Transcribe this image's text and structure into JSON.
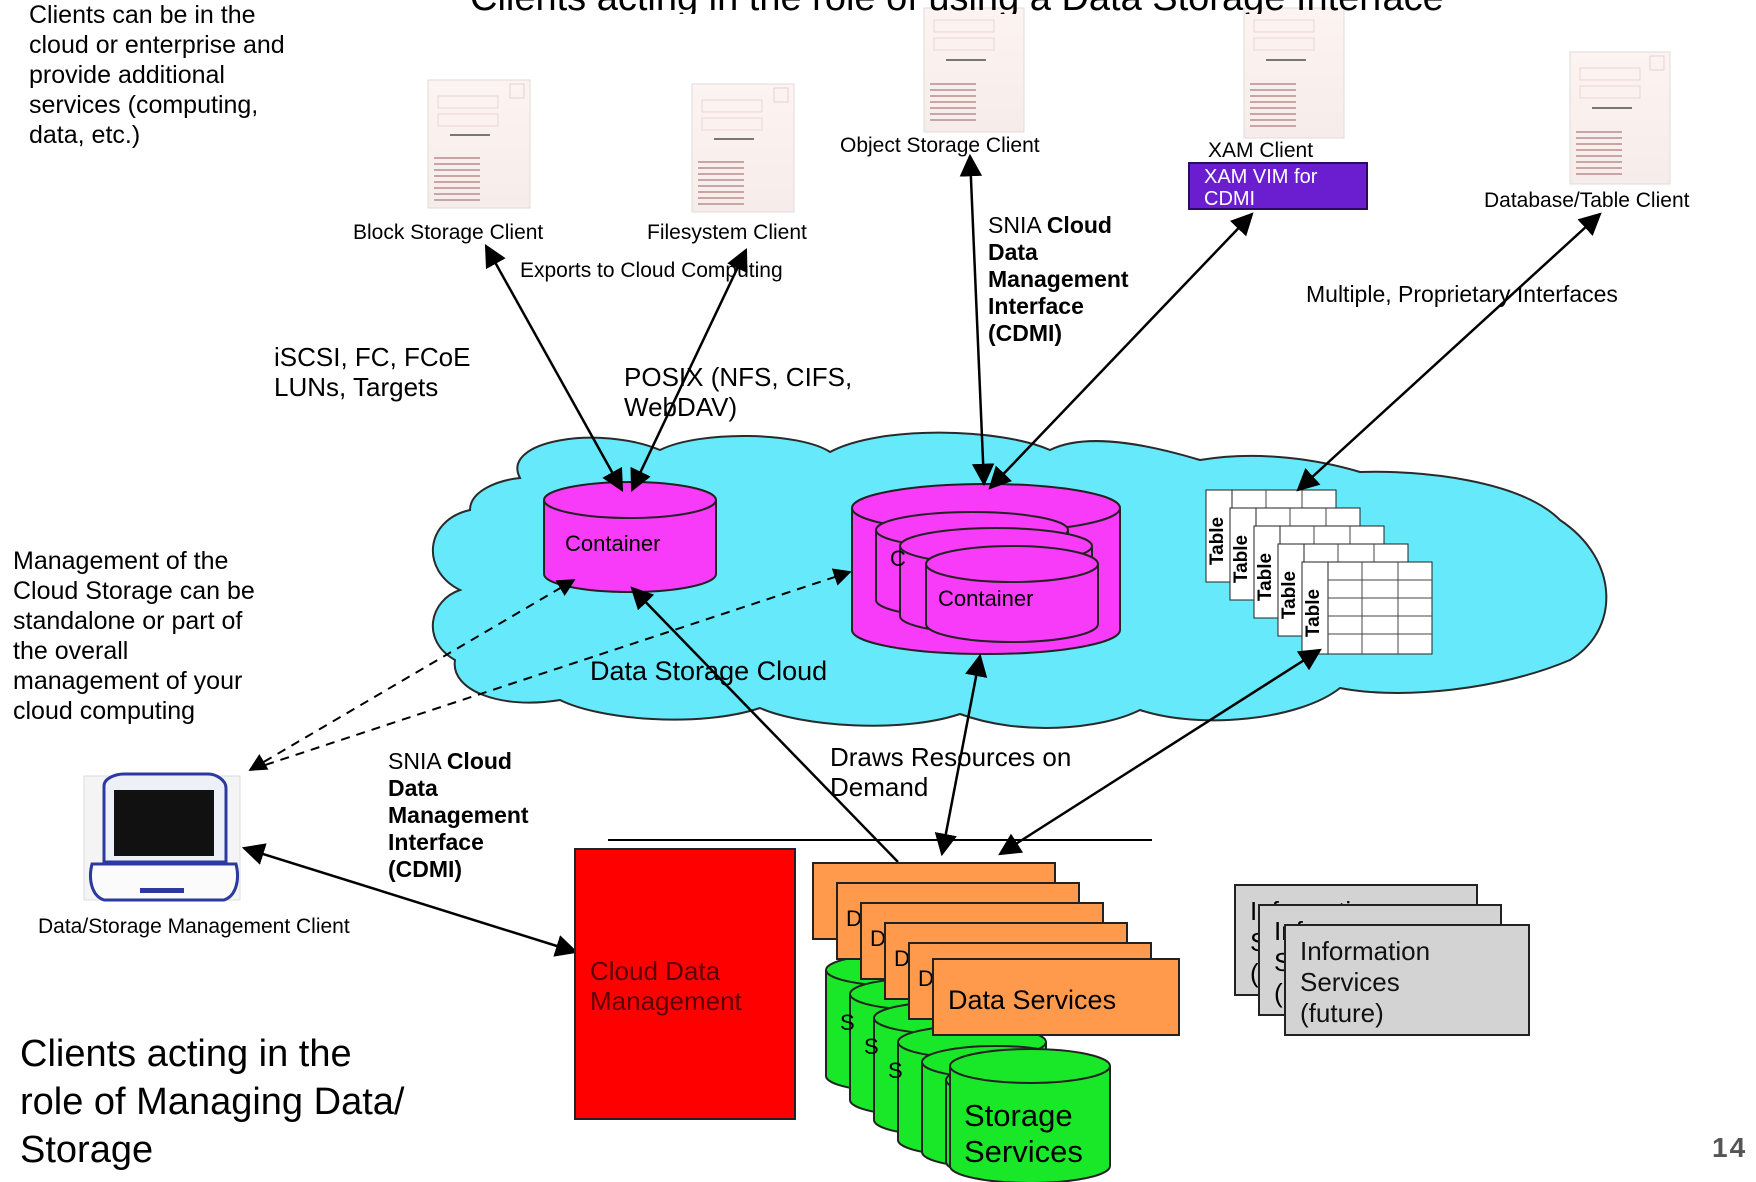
{
  "header": {
    "title": "Clients acting in the role of using a Data Storage Interface"
  },
  "notes": {
    "clients_location": "Clients can be in the\ncloud or enterprise and\nprovide additional\nservices (computing,\ndata, etc.)",
    "management_note": "Management of the\nCloud Storage can be\nstandalone or part of\nthe overall\nmanagement of your\ncloud computing",
    "managing_role": "Clients acting in the\nrole of Managing Data/\nStorage"
  },
  "clients": {
    "block": "Block Storage Client",
    "filesystem": "Filesystem Client",
    "object": "Object Storage Client",
    "xam": "XAM Client",
    "xam_vim": "XAM VIM for\nCDMI",
    "database": "Database/Table Client",
    "management": "Data/Storage Management Client"
  },
  "protocols": {
    "exports": "Exports to Cloud\nComputing",
    "iscsi": "iSCSI, FC, FCoE\nLUNs, Targets",
    "posix": "POSIX (NFS, CIFS,\nWebDAV)",
    "multiple": "Multiple, Proprietary Interfaces",
    "draws": "Draws Resources on\nDemand",
    "cdmi_prefix": "SNIA ",
    "cdmi_bold": "Cloud\nData\nManagement\nInterface\n(CDMI)"
  },
  "cloud": {
    "label": "Data Storage Cloud",
    "container_label": "Container",
    "container_partial": "C",
    "table_label": "Table"
  },
  "services": {
    "cdm": "Cloud Data\nManagement",
    "data_services": "Data Services",
    "storage_services": "Storage\nServices",
    "info_services": "Information\nServices\n(future)",
    "info_back_1": "Informati\nS\n(",
    "info_back_2": "Inform\nS\n(",
    "ds_back_prefix": "D",
    "ss_back_prefix": "S"
  },
  "page_number": "14",
  "colors": {
    "cloud_fill": "#66e9fb",
    "container_fill": "#f83bf8",
    "data_services_fill": "#ff9a4c",
    "storage_services_fill": "#19e829",
    "cdm_fill": "#ff0000",
    "xam_vim_fill": "#6a1ed0",
    "info_services_fill": "#d3d3d3"
  }
}
